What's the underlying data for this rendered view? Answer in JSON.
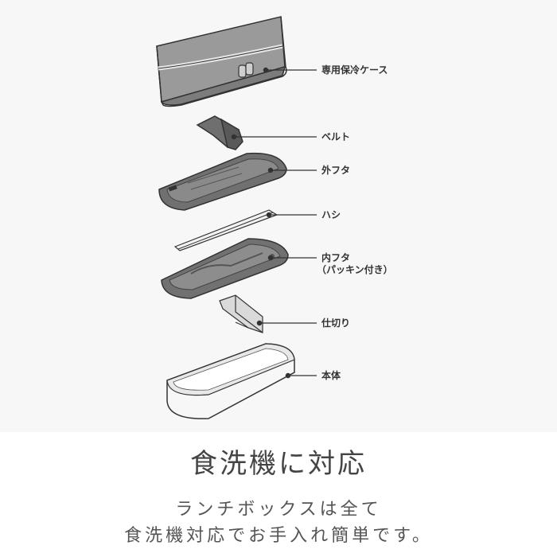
{
  "parts": {
    "cooler_case": "専用保冷ケース",
    "belt": "ベルト",
    "outer_lid": "外フタ",
    "chopsticks": "ハシ",
    "inner_lid": "内フタ",
    "inner_lid_note": "（パッキン付き）",
    "divider": "仕切り",
    "body": "本体"
  },
  "headline": "食洗機に対応",
  "caption": {
    "line1": "ランチボックスは全て",
    "line2": "食洗機対応でお手入れ簡単です。"
  },
  "colors": {
    "panel_bg": "#f7f7f7",
    "case_fill": "#8a8a8a",
    "lid_fill": "#6e6e6e",
    "line": "#333333"
  }
}
